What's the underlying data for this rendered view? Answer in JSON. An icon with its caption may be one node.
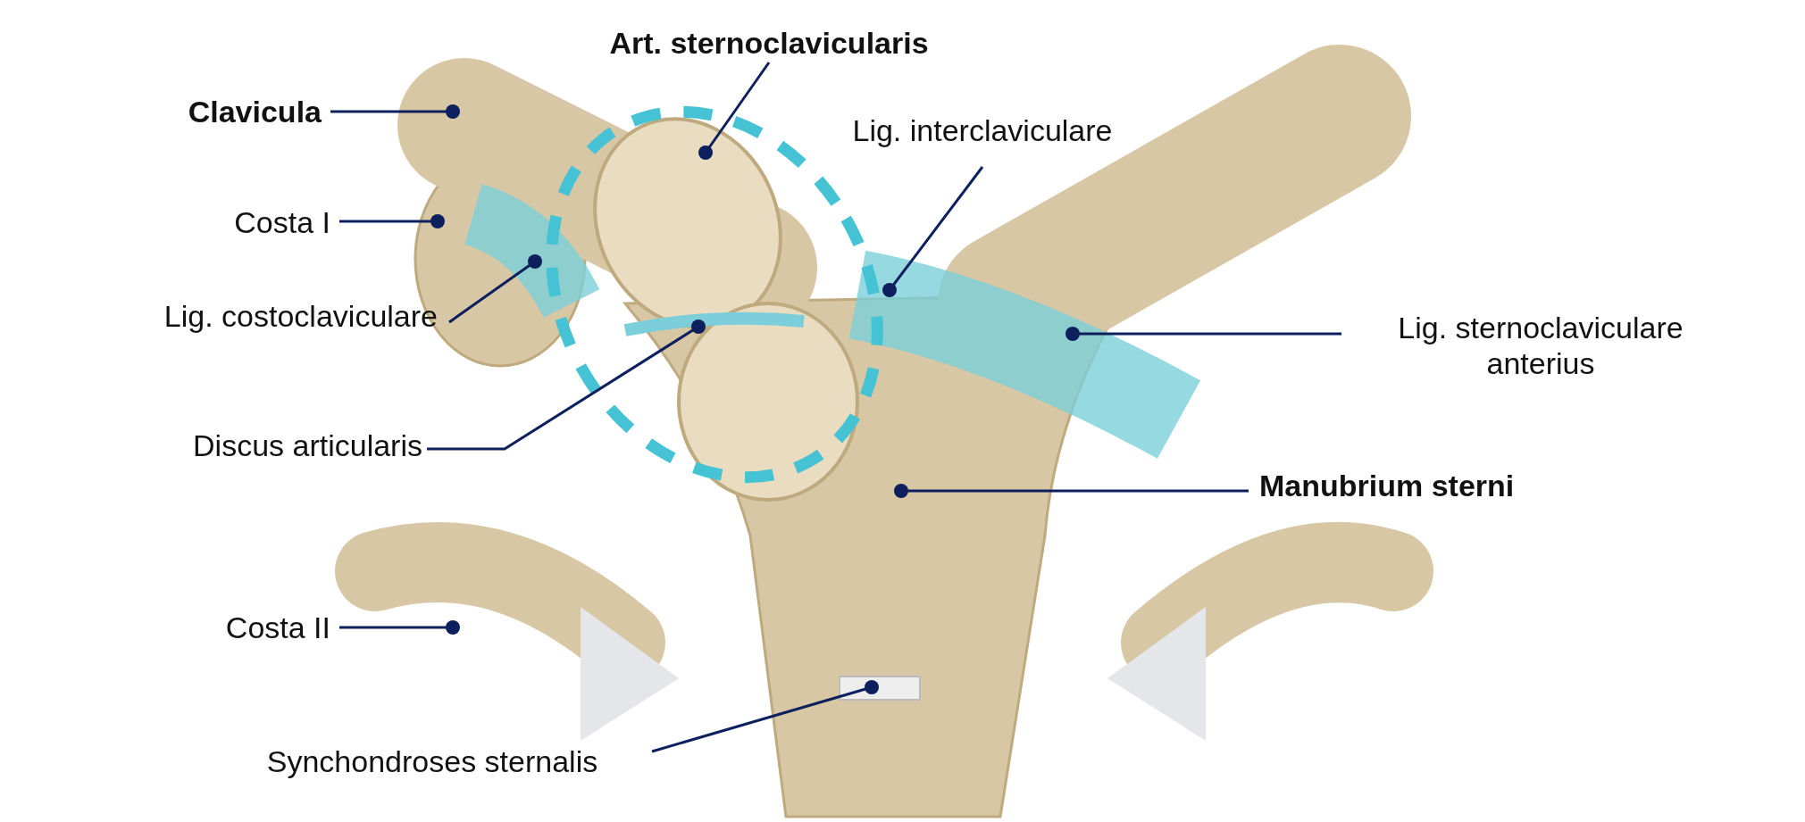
{
  "diagram": {
    "nodes": [
      {
        "text": [
          "Art. sternoclavicularis"
        ]
      },
      {
        "text": [
          "Clavicula"
        ]
      },
      {
        "text": [
          "Lig. interclaviculare"
        ]
      },
      {
        "text": [
          "Costa I"
        ]
      },
      {
        "text": [
          "Lig. costoclaviculare"
        ]
      },
      {
        "text": [
          "Lig. sternoclaviculare anterius"
        ]
      },
      {
        "text": [
          "Discus articularis"
        ]
      },
      {
        "text": [
          "Manubrium sterni"
        ]
      },
      {
        "text": [
          "Costa II"
        ]
      },
      {
        "text": [
          "Synchondroses sternalis"
        ]
      }
    ],
    "edges": [
      {
        "from": 0,
        "to": null,
        "arrow": "other"
      },
      {
        "from": 1,
        "to": null,
        "arrow": "other"
      },
      {
        "from": 2,
        "to": null,
        "arrow": "other"
      },
      {
        "from": 3,
        "to": null,
        "arrow": "other"
      },
      {
        "from": 4,
        "to": null,
        "arrow": "other"
      },
      {
        "from": 5,
        "to": null,
        "arrow": "other"
      },
      {
        "from": 6,
        "to": null,
        "arrow": "other"
      },
      {
        "from": 7,
        "to": null,
        "arrow": "other"
      },
      {
        "from": 8,
        "to": null,
        "arrow": "other"
      },
      {
        "from": 9,
        "to": null,
        "arrow": "other"
      }
    ]
  }
}
